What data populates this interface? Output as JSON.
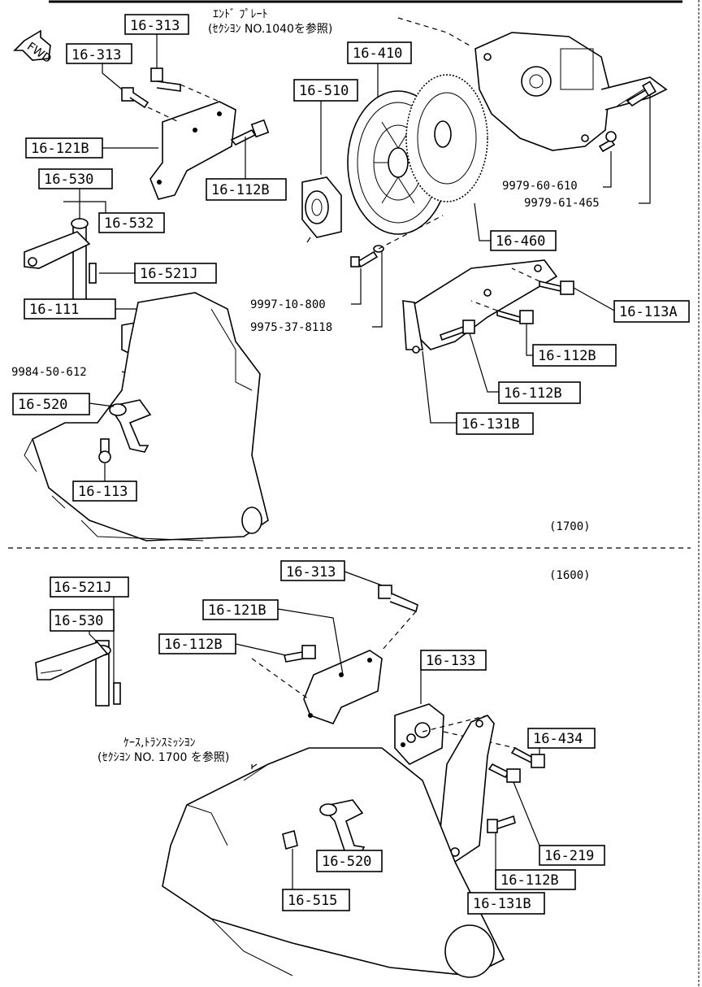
{
  "fwd": "FWD",
  "notes": {
    "endplate_line1": "ｴﾝﾄﾞ ﾌﾟﾚｰﾄ",
    "endplate_line2": "(ｾｸｼﾖﾝ NO.1040を参照)",
    "case_line1": "ｹｰｽ,ﾄﾗﾝｽﾐｯｼﾖﾝ",
    "case_line2": "(ｾｸｼﾖﾝ NO. 1700 を参照)"
  },
  "variants": {
    "upper": "(1700)",
    "lower": "(1600)"
  },
  "upper_labels": {
    "p16_313_a": "16-313",
    "p16_313_b": "16-313",
    "p16_410": "16-410",
    "p16_510": "16-510",
    "p16_121b": "16-121B",
    "p16_112b_a": "16-112B",
    "p16_530": "16-530",
    "p16_532": "16-532",
    "p16_521j": "16-521J",
    "p16_111": "16-111",
    "p16_520": "16-520",
    "p16_113": "16-113",
    "p16_460": "16-460",
    "p16_113a": "16-113A",
    "p16_112b_b": "16-112B",
    "p16_112b_c": "16-112B",
    "p16_131b": "16-131B"
  },
  "upper_numbers": {
    "n9979_60_610": "9979-60-610",
    "n9979_61_465": "9979-61-465",
    "n9997_10_800": "9997-10-800",
    "n9975_37_8118": "9975-37-8118",
    "n9984_50_612": "9984-50-612"
  },
  "lower_labels": {
    "p16_313": "16-313",
    "p16_521j": "16-521J",
    "p16_530": "16-530",
    "p16_121b": "16-121B",
    "p16_112b_a": "16-112B",
    "p16_133": "16-133",
    "p16_434": "16-434",
    "p16_219": "16-219",
    "p16_112b_b": "16-112B",
    "p16_131b": "16-131B",
    "p16_520": "16-520",
    "p16_515": "16-515"
  }
}
